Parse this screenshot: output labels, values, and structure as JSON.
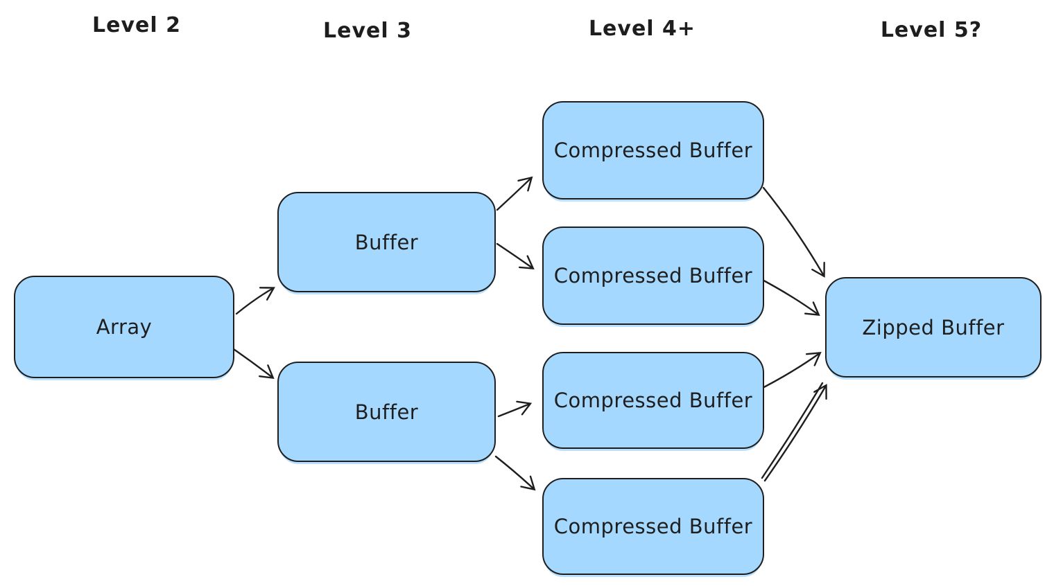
{
  "columns": [
    {
      "label": "Level 2"
    },
    {
      "label": "Level 3"
    },
    {
      "label": "Level 4+"
    },
    {
      "label": "Level 5?"
    }
  ],
  "nodes": {
    "array": {
      "label": "Array",
      "level": "Level 2"
    },
    "buffer_top": {
      "label": "Buffer",
      "level": "Level 3"
    },
    "buffer_bottom": {
      "label": "Buffer",
      "level": "Level 3"
    },
    "compressed_1": {
      "label": "Compressed Buffer",
      "level": "Level 4+"
    },
    "compressed_2": {
      "label": "Compressed Buffer",
      "level": "Level 4+"
    },
    "compressed_3": {
      "label": "Compressed Buffer",
      "level": "Level 4+"
    },
    "compressed_4": {
      "label": "Compressed Buffer",
      "level": "Level 4+"
    },
    "zipped": {
      "label": "Zipped Buffer",
      "level": "Level 5?"
    }
  },
  "edges": [
    {
      "from": "array",
      "to": "buffer_top"
    },
    {
      "from": "array",
      "to": "buffer_bottom"
    },
    {
      "from": "buffer_top",
      "to": "compressed_1"
    },
    {
      "from": "buffer_top",
      "to": "compressed_2"
    },
    {
      "from": "buffer_bottom",
      "to": "compressed_3"
    },
    {
      "from": "buffer_bottom",
      "to": "compressed_4"
    },
    {
      "from": "compressed_1",
      "to": "zipped"
    },
    {
      "from": "compressed_2",
      "to": "zipped"
    },
    {
      "from": "compressed_3",
      "to": "zipped"
    },
    {
      "from": "compressed_4",
      "to": "zipped"
    }
  ],
  "colors": {
    "node_fill": "#a5d8ff",
    "node_stroke": "#1e1e1e",
    "arrow": "#1e1e1e",
    "text": "#1e1e1e",
    "background": "#ffffff"
  }
}
